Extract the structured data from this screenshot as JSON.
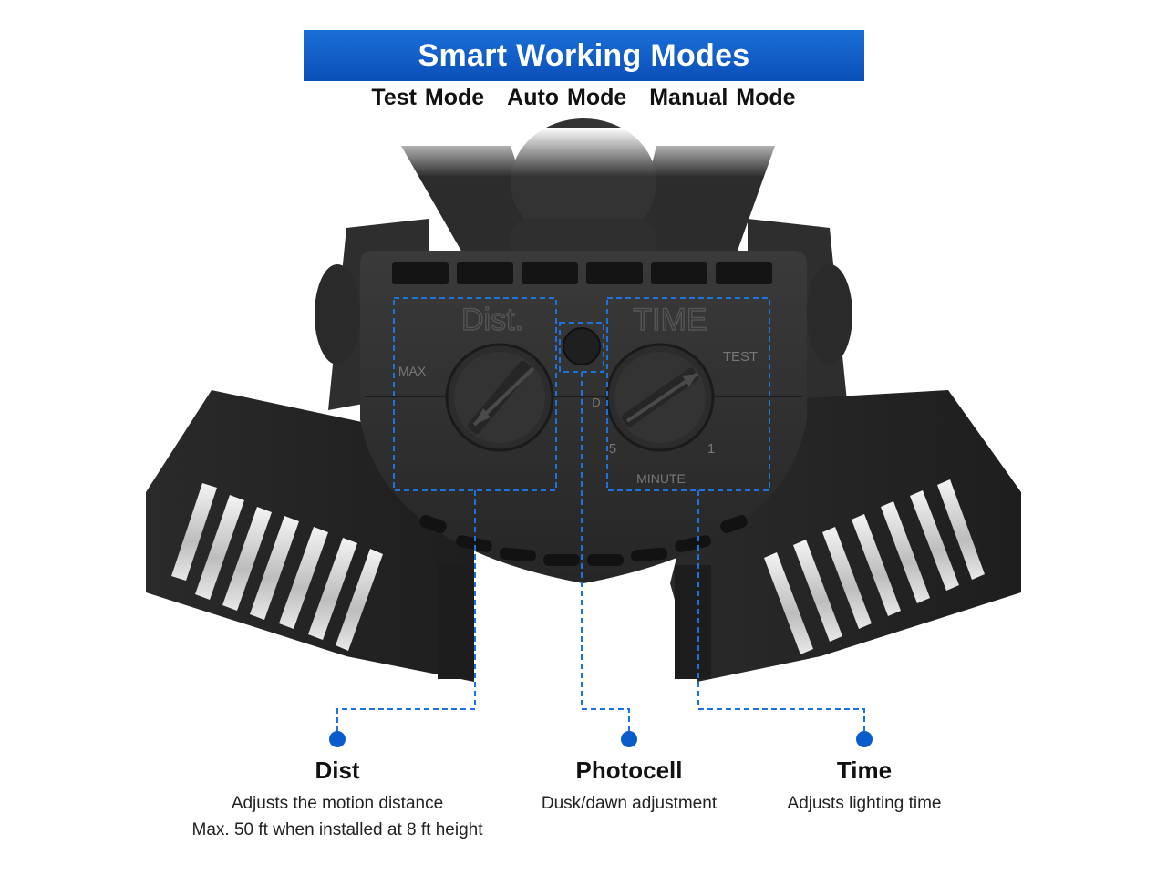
{
  "banner": {
    "title": "Smart Working Modes",
    "color": "#0b59c8"
  },
  "modes": [
    "Test Mode",
    "Auto Mode",
    "Manual Mode"
  ],
  "device": {
    "dist_label": "Dist.",
    "time_label": "TIME",
    "max_label": "MAX",
    "test_label": "TEST",
    "minute_label": "MINUTE",
    "five_label": "5",
    "one_label": "1",
    "d_label": "D"
  },
  "callouts": [
    {
      "title": "Dist",
      "lines": [
        "Adjusts the motion distance",
        "Max. 50 ft when installed at 8 ft height"
      ]
    },
    {
      "title": "Photocell",
      "lines": [
        "Dusk/dawn adjustment"
      ]
    },
    {
      "title": "Time",
      "lines": [
        "Adjusts lighting time"
      ]
    }
  ],
  "accent": "#0a5ccc"
}
